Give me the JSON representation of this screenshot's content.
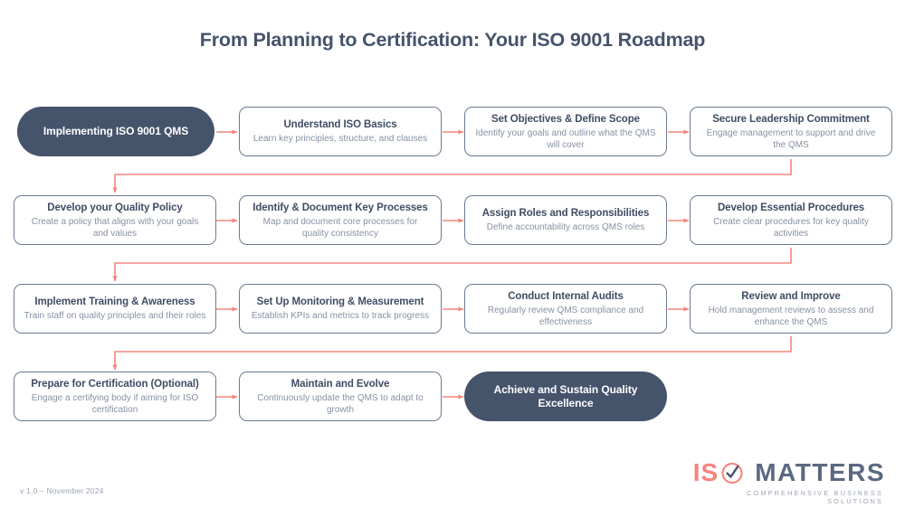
{
  "page": {
    "title": "From Planning to Certification: Your ISO 9001 Roadmap",
    "version_label": "v 1.0 – November 2024",
    "background": "#ffffff"
  },
  "theme": {
    "navy": "#45536b",
    "coral": "#f4857e",
    "box_border": "#6b7a93",
    "title_text": "#3f4d64",
    "desc_text": "#8791a3",
    "muted_text": "#9aa3b2"
  },
  "brand": {
    "name_primary": "IS",
    "mark_icon": "check-circle-icon",
    "name_secondary": "MATTERS",
    "tagline": "COMPREHENSIVE BUSINESS SOLUTIONS"
  },
  "flow": {
    "type": "process-flowchart",
    "direction": "left-to-right, wrapping rows top-to-bottom",
    "arrow_icon": "arrow-right-icon",
    "nodes": [
      {
        "id": "start",
        "kind": "terminal",
        "row": 1,
        "col": 1,
        "title": "Implementing ISO 9001 QMS",
        "desc": ""
      },
      {
        "id": "step-1",
        "kind": "step",
        "row": 1,
        "col": 2,
        "title": "Understand ISO Basics",
        "desc": "Learn key principles, structure, and clauses"
      },
      {
        "id": "step-2",
        "kind": "step",
        "row": 1,
        "col": 3,
        "title": "Set Objectives & Define Scope",
        "desc": "Identify your goals and outline what the QMS will cover"
      },
      {
        "id": "step-3",
        "kind": "step",
        "row": 1,
        "col": 4,
        "title": "Secure Leadership Commitment",
        "desc": "Engage management to support and drive the QMS"
      },
      {
        "id": "step-4",
        "kind": "step",
        "row": 2,
        "col": 1,
        "title": "Develop your Quality Policy",
        "desc": "Create a policy that aligns with your goals and values"
      },
      {
        "id": "step-5",
        "kind": "step",
        "row": 2,
        "col": 2,
        "title": "Identify & Document Key Processes",
        "desc": "Map and document core processes for quality consistency"
      },
      {
        "id": "step-6",
        "kind": "step",
        "row": 2,
        "col": 3,
        "title": "Assign Roles and Responsibilities",
        "desc": "Define accountability across QMS roles"
      },
      {
        "id": "step-7",
        "kind": "step",
        "row": 2,
        "col": 4,
        "title": "Develop Essential Procedures",
        "desc": "Create clear procedures for key quality activities"
      },
      {
        "id": "step-8",
        "kind": "step",
        "row": 3,
        "col": 1,
        "title": "Implement Training & Awareness",
        "desc": "Train staff on quality principles and their roles"
      },
      {
        "id": "step-9",
        "kind": "step",
        "row": 3,
        "col": 2,
        "title": "Set Up Monitoring & Measurement",
        "desc": "Establish KPIs and metrics to track progress"
      },
      {
        "id": "step-10",
        "kind": "step",
        "row": 3,
        "col": 3,
        "title": "Conduct Internal Audits",
        "desc": "Regularly review QMS compliance and effectiveness"
      },
      {
        "id": "step-11",
        "kind": "step",
        "row": 3,
        "col": 4,
        "title": "Review and Improve",
        "desc": "Hold management reviews to assess and enhance the QMS"
      },
      {
        "id": "step-12",
        "kind": "step",
        "row": 4,
        "col": 1,
        "title": "Prepare for Certification (Optional)",
        "desc": "Engage a certifying body if aiming for ISO certification"
      },
      {
        "id": "step-13",
        "kind": "step",
        "row": 4,
        "col": 2,
        "title": "Maintain and Evolve",
        "desc": "Continuously update the QMS to adapt to growth"
      },
      {
        "id": "end",
        "kind": "terminal",
        "row": 4,
        "col": 3,
        "title": "Achieve and Sustain Quality Excellence",
        "desc": ""
      }
    ]
  }
}
